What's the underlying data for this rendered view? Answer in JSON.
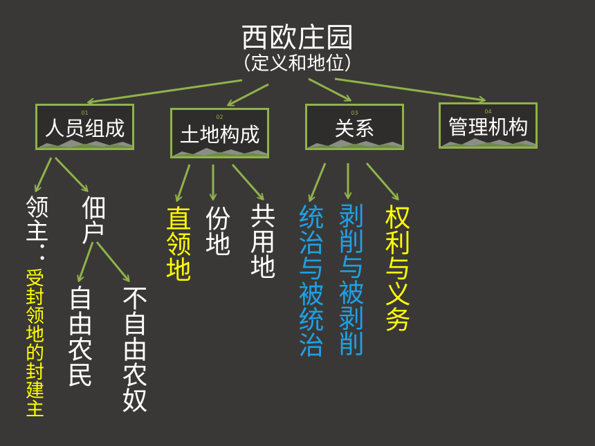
{
  "title": "西欧庄园",
  "subtitle": "（定义和地位）",
  "boxes": [
    {
      "label": "人员组成",
      "num": "01"
    },
    {
      "label": "土地构成",
      "num": "02"
    },
    {
      "label": "关系",
      "num": "03"
    },
    {
      "label": "管理机构",
      "num": "04"
    }
  ],
  "members": {
    "lord": "领主：",
    "lord_note": "受封领地的封建主",
    "tenant": "佃户",
    "free_farmer": "自由农民",
    "serf": "不自由农奴"
  },
  "land": {
    "demesne": "直领地",
    "share": "份地",
    "common": "共用地"
  },
  "relations": {
    "rule": "统治与被统治",
    "exploit": "剥削与被剥削",
    "rights": "权利与义务"
  },
  "colors": {
    "background": "#3a3836",
    "accent_green": "#8fb34a",
    "yellow": "#ffff00",
    "blue": "#1ea0e6",
    "white": "#ffffff"
  }
}
